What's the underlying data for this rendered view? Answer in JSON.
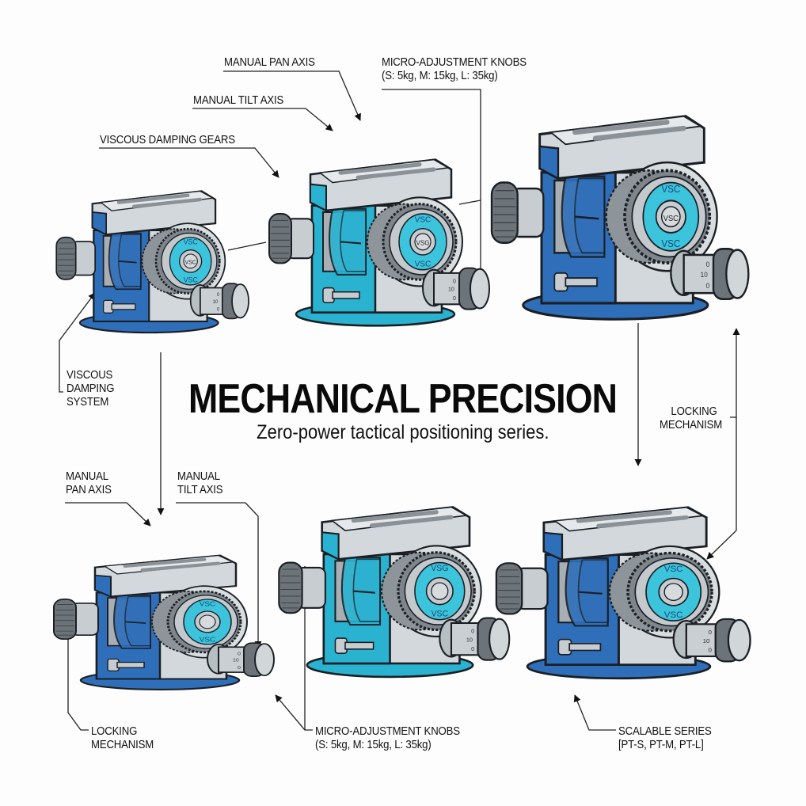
{
  "title": "MECHANICAL PRECISION",
  "subtitle": "Zero-power tactical positioning series.",
  "colors": {
    "dark_blue": "#2f6fba",
    "light_blue": "#29b3d1",
    "steel": "#d3d8dc",
    "steel_dark": "#9aa1a6",
    "outline": "#1b1f24",
    "gear_face": "#3cc4dc"
  },
  "callouts": {
    "top": {
      "manual_pan_axis": "MANUAL PAN AXIS",
      "manual_tilt_axis": "MANUAL TILT AXIS",
      "viscous_damping_gears": "VISCOUS DAMPING GEARS",
      "micro_adjustment_line1": "MICRO-ADJUSTMENT KNOBS",
      "micro_adjustment_line2": "(S: 5kg, M: 15kg, L: 35kg)",
      "viscous_damping_system": [
        "VISCOUS",
        "DAMPING",
        "SYSTEM"
      ],
      "locking_mechanism": [
        "LOCKING",
        "MECHANISM"
      ]
    },
    "bottom": {
      "manual_pan_axis": [
        "MANUAL",
        "PAN AXIS"
      ],
      "manual_tilt_axis": [
        "MANUAL",
        "TILT AXIS"
      ],
      "locking_mechanism": [
        "LOCKING",
        "MECHANISM"
      ],
      "micro_adjustment_line1": "MICRO-ADJUSTMENT KNOBS",
      "micro_adjustment_line2": "(S: 5kg, M: 15kg, L: 35kg)",
      "scalable_series_line1": "SCALABLE SERIES",
      "scalable_series_line2": "[PT-S, PT-M, PT-L]"
    }
  },
  "heads": [
    {
      "id": "top-small",
      "accent": "dark_blue",
      "gear_text": [
        "VSC",
        "VSC",
        "VSC"
      ],
      "knob_scale": [
        "0",
        "10",
        "0"
      ]
    },
    {
      "id": "top-medium",
      "accent": "light_blue",
      "gear_text": [
        "VSC",
        "VSG",
        "VSC"
      ],
      "knob_scale": [
        "0",
        "10",
        "0"
      ]
    },
    {
      "id": "top-large",
      "accent": "dark_blue",
      "gear_text": [
        "VSC",
        "VSC",
        "VSC"
      ],
      "knob_scale": [
        "0",
        "10",
        "0"
      ]
    },
    {
      "id": "bottom-small",
      "accent": "dark_blue",
      "gear_text": [
        "VSC",
        "",
        "VSC"
      ],
      "knob_scale": [
        "0",
        "10",
        "0"
      ]
    },
    {
      "id": "bottom-medium",
      "accent": "light_blue",
      "gear_text": [
        "VSG",
        "",
        "VSC"
      ],
      "knob_scale": [
        "0",
        "10",
        "0"
      ]
    },
    {
      "id": "bottom-large",
      "accent": "dark_blue",
      "gear_text": [
        "VSC",
        "",
        "VSC"
      ],
      "knob_scale": [
        "0",
        "10",
        "0"
      ]
    }
  ]
}
